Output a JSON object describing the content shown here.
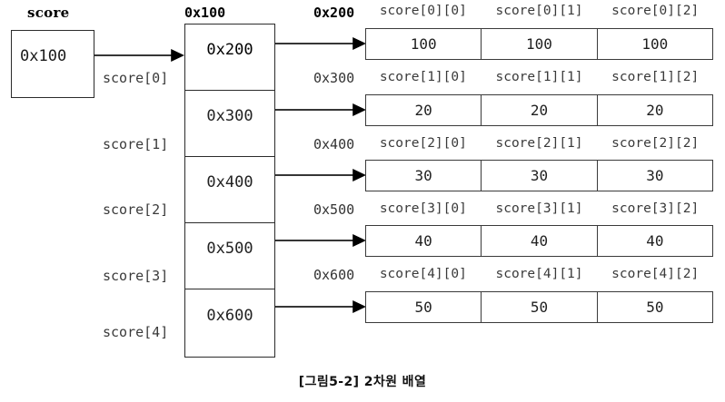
{
  "caption": "[그림5-2] 2차원 배열",
  "pointer_variable": {
    "name_label": "score",
    "value": "0x100"
  },
  "pointer_array": {
    "address_label": "0x100",
    "index_labels": [
      "score[0]",
      "score[1]",
      "score[2]",
      "score[3]",
      "score[4]"
    ],
    "values": [
      "0x200",
      "0x300",
      "0x400",
      "0x500",
      "0x600"
    ]
  },
  "data_table": {
    "row_address_labels": [
      "0x200",
      "0x300",
      "0x400",
      "0x500",
      "0x600"
    ],
    "rows": [
      {
        "headers": [
          "score[0][0]",
          "score[0][1]",
          "score[0][2]"
        ],
        "values": [
          "100",
          "100",
          "100"
        ]
      },
      {
        "headers": [
          "score[1][0]",
          "score[1][1]",
          "score[1][2]"
        ],
        "values": [
          "20",
          "20",
          "20"
        ]
      },
      {
        "headers": [
          "score[2][0]",
          "score[2][1]",
          "score[2][2]"
        ],
        "values": [
          "30",
          "30",
          "30"
        ]
      },
      {
        "headers": [
          "score[3][0]",
          "score[3][1]",
          "score[3][2]"
        ],
        "values": [
          "40",
          "40",
          "40"
        ]
      },
      {
        "headers": [
          "score[4][0]",
          "score[4][1]",
          "score[4][2]"
        ],
        "values": [
          "50",
          "50",
          "50"
        ]
      }
    ]
  },
  "colors": {
    "stroke": "#2b2b2b",
    "text": "#1a1a1a",
    "muted_text": "#3a3a3a",
    "background": "#ffffff"
  }
}
